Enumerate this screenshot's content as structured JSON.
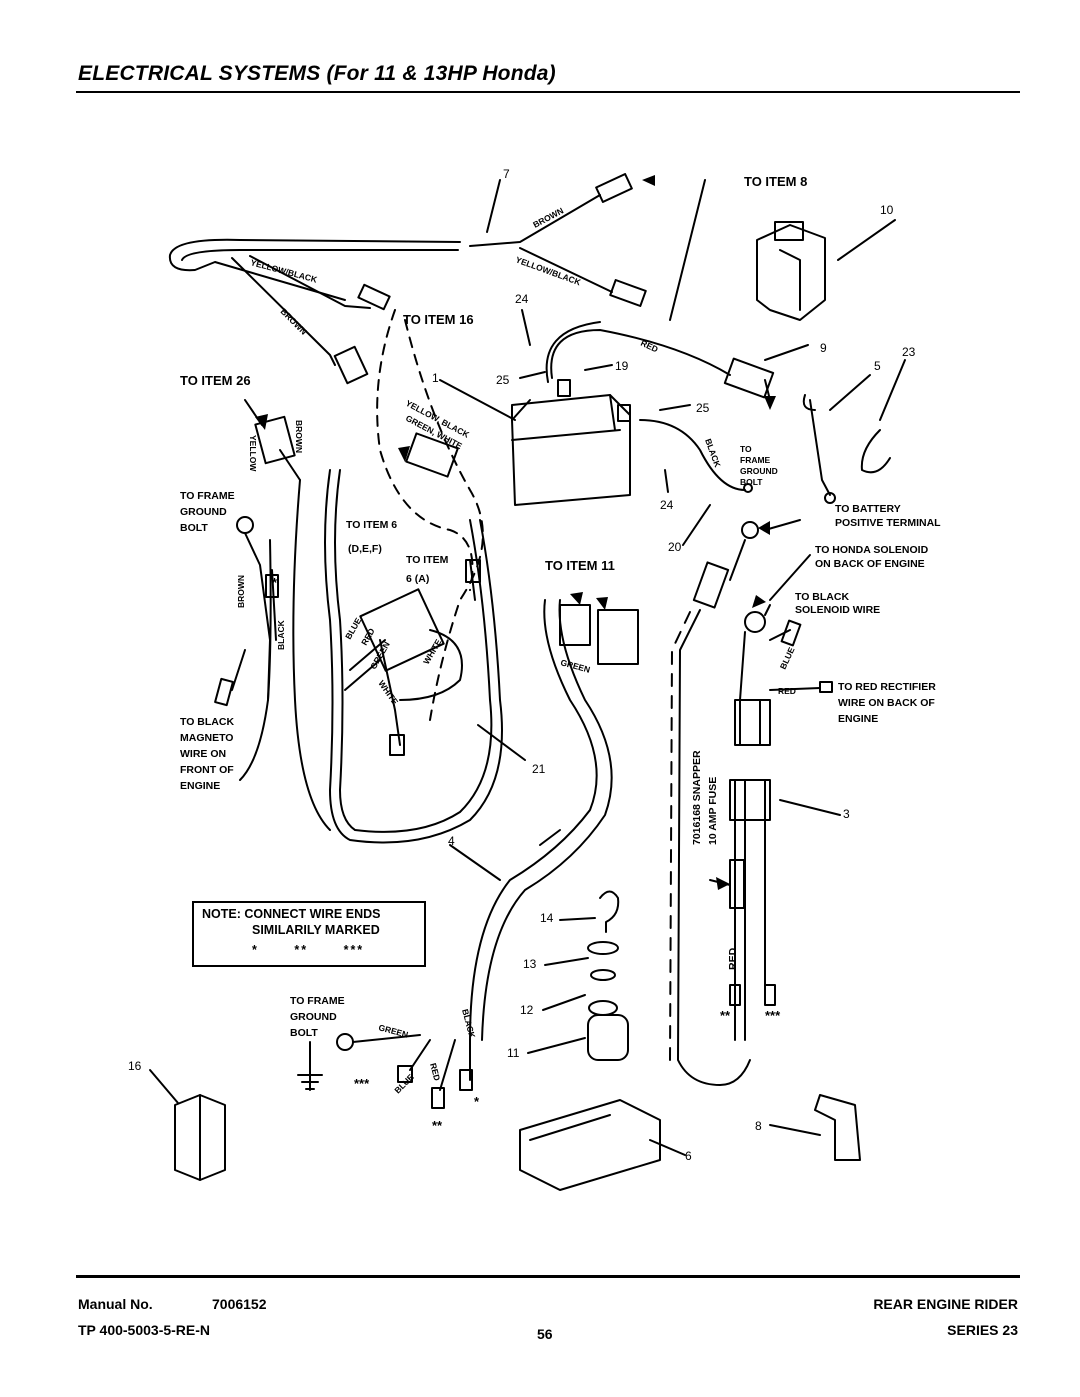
{
  "page": {
    "title": "ELECTRICAL SYSTEMS (For 11 & 13HP Honda)"
  },
  "callouts": {
    "to_item_8": "TO ITEM 8",
    "to_item_16": "TO ITEM 16",
    "to_item_26": "TO ITEM 26",
    "to_item_6_def": "TO ITEM 6",
    "to_item_6_def_sub": "(D,E,F)",
    "to_item_6a": "TO ITEM",
    "to_item_6a_sub": "6 (A)",
    "to_item_11": "TO ITEM 11",
    "frame_ground_1": [
      "TO FRAME",
      "GROUND",
      "BOLT"
    ],
    "frame_ground_2": [
      "TO FRAME",
      "GROUND",
      "BOLT"
    ],
    "frame_ground_small": [
      "TO",
      "FRAME",
      "GROUND",
      "BOLT"
    ],
    "black_magneto": [
      "TO BLACK",
      "MAGNETO",
      "WIRE ON",
      "FRONT OF",
      "ENGINE"
    ],
    "battery_positive": [
      "TO BATTERY",
      "POSITIVE TERMINAL"
    ],
    "honda_solenoid": [
      "TO HONDA SOLENOID",
      "ON BACK OF ENGINE"
    ],
    "black_solenoid": [
      "TO BLACK",
      "SOLENOID WIRE"
    ],
    "red_rectifier": [
      "TO RED RECTIFIER",
      "WIRE ON BACK OF",
      "ENGINE"
    ],
    "fuse": [
      "7016168 SNAPPER",
      "10 AMP FUSE"
    ]
  },
  "wire_labels": {
    "brown_top": "BROWN",
    "yellow_black_top": "YELLOW/BLACK",
    "yellow_black_left": "YELLOW/BLACK",
    "brown_left": "BROWN",
    "red_top": "RED",
    "yellow_black_green_white_1": "YELLOW, BLACK",
    "yellow_black_green_white_2": "GREEN, WHITE",
    "black_battery": "BLACK",
    "yellow_conn": "YELLOW",
    "brown_conn": "BROWN",
    "brown_mid": "BROWN",
    "black_mid": "BLACK",
    "blue_red_green": [
      "BLUE",
      "RED",
      "GREEN"
    ],
    "white_1": "WHITE",
    "white_2": "WHITE",
    "green_11": "GREEN",
    "blue_right": "BLUE",
    "red_right": "RED",
    "red_vertical": "RED",
    "green_bottom": "GREEN",
    "black_bottom": "BLACK",
    "red_bottom": "RED",
    "blue_bottom": "BLUE"
  },
  "part_numbers": [
    "7",
    "10",
    "24",
    "9",
    "23",
    "5",
    "1",
    "19",
    "25",
    "25",
    "24",
    "20",
    "21",
    "4",
    "3",
    "14",
    "13",
    "12",
    "11",
    "16",
    "6",
    "8"
  ],
  "note": {
    "line1": "NOTE: CONNECT WIRE ENDS",
    "line2": "SIMILARILY MARKED",
    "marks": [
      "*",
      "**",
      "***"
    ]
  },
  "footer": {
    "manual_label": "Manual No.",
    "manual_no": "7006152",
    "tp": "TP 400-5003-5-RE-N",
    "page_no": "56",
    "product": "REAR ENGINE RIDER",
    "series": "SERIES 23"
  }
}
